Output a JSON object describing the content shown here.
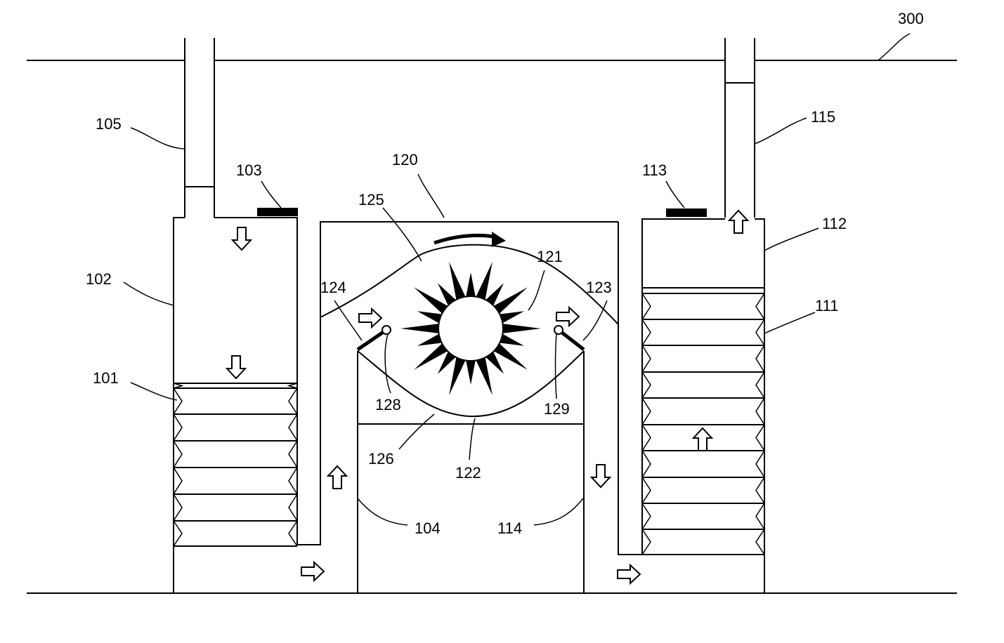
{
  "labels": {
    "n300": "300",
    "n105": "105",
    "n103": "103",
    "n120": "120",
    "n125": "125",
    "n113": "113",
    "n115": "115",
    "n112": "112",
    "n102": "102",
    "n121": "121",
    "n124": "124",
    "n123": "123",
    "n111": "111",
    "n101": "101",
    "n128": "128",
    "n129": "129",
    "n126": "126",
    "n122": "122",
    "n104": "104",
    "n114": "114"
  }
}
